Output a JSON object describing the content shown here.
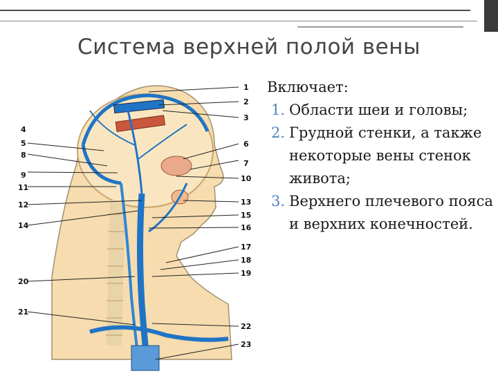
{
  "slide": {
    "title": "Система верхней полой вены",
    "intro": "Включает:",
    "items": [
      {
        "num": "1.",
        "text": "Области шеи и головы;"
      },
      {
        "num": "2.",
        "text": "Грудной стенки, а также некоторые вены стенок живота;"
      },
      {
        "num": "3.",
        "text": "Верхнего плечевого пояса и верхних конечностей."
      }
    ]
  },
  "figure": {
    "left_labels": [
      "4",
      "5",
      "8",
      "9",
      "11",
      "12",
      "14",
      "20",
      "21"
    ],
    "right_labels": [
      "1",
      "2",
      "3",
      "6",
      "7",
      "10",
      "13",
      "15",
      "16",
      "17",
      "18",
      "19",
      "22",
      "23"
    ]
  },
  "colors": {
    "vein": "#1f74c6",
    "skin": "#f6dcae",
    "accent": "#4f81bd"
  }
}
